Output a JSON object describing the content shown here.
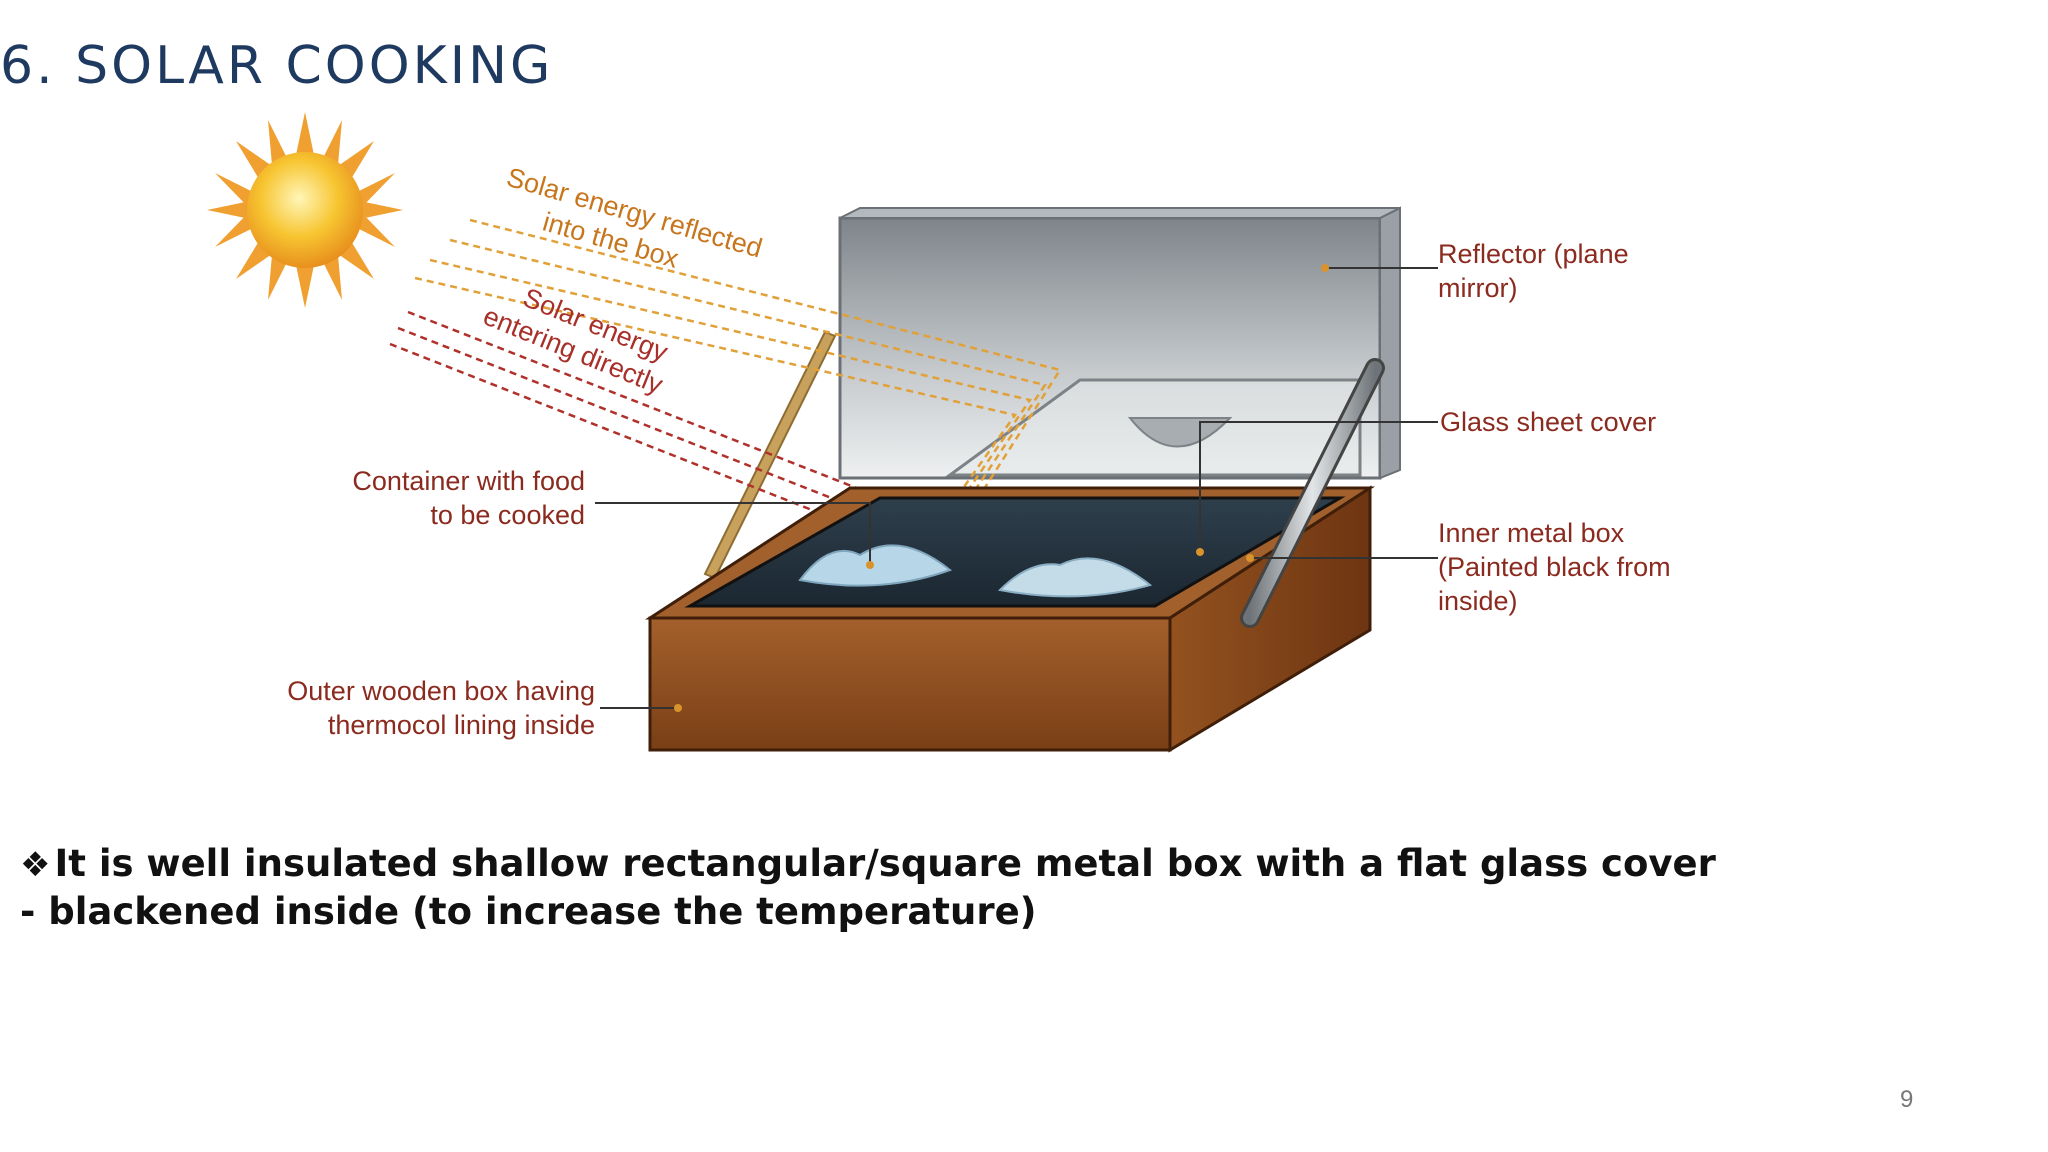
{
  "slide": {
    "title": "6. SOLAR COOKING",
    "page_number": "9"
  },
  "diagram": {
    "ray_labels": {
      "reflected_line1": "Solar energy reflected",
      "reflected_line2": "into the box",
      "direct_line1": "Solar energy",
      "direct_line2": "entering directly"
    },
    "labels": {
      "container_line1": "Container with food",
      "container_line2": "to be cooked",
      "outer_box_line1": "Outer wooden box having",
      "outer_box_line2": "thermocol lining inside",
      "reflector_line1": "Reflector (plane",
      "reflector_line2": "mirror)",
      "glass_cover": "Glass sheet cover",
      "inner_box_line1": "Inner metal box",
      "inner_box_line2": "(Painted black from",
      "inner_box_line3": "inside)"
    },
    "colors": {
      "wood": "#8a4a1c",
      "label_red": "#8b2a1e",
      "ray_orange": "#e1a038",
      "ray_red": "#b0302a",
      "mirror": "#8f969c",
      "inner_black": "#23313c"
    }
  },
  "bullets": {
    "marker": "❖",
    "line1": "It is well insulated shallow rectangular/square metal box  with a flat glass cover",
    "line2": "- blackened inside (to increase the temperature)"
  }
}
